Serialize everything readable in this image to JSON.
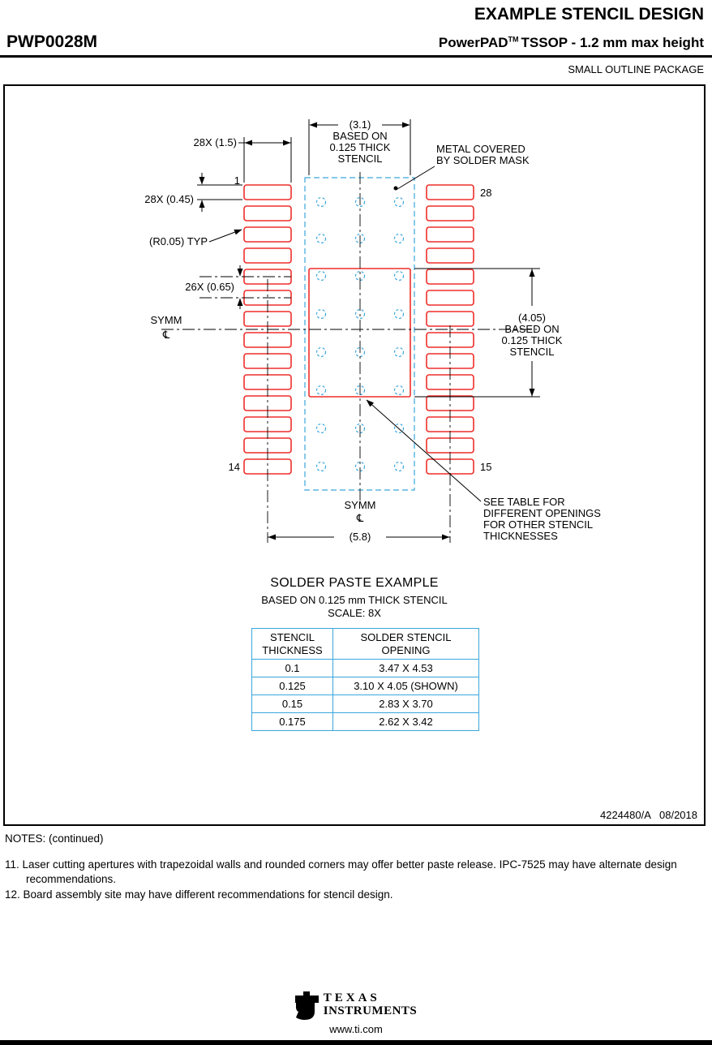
{
  "header": {
    "doc_title": "EXAMPLE STENCIL DESIGN",
    "part_number": "PWP0028M",
    "subtitle_brand": "PowerPAD",
    "subtitle_tm": "TM",
    "subtitle_rest": "TSSOP - 1.2 mm max height",
    "package_type": "SMALL OUTLINE PACKAGE"
  },
  "drawing": {
    "labels": {
      "dim_3_1": "(3.1)",
      "dim_3_1_l2": "BASED ON",
      "dim_3_1_l3": "0.125 THICK",
      "dim_3_1_l4": "STENCIL",
      "metal_covered_l1": "METAL COVERED",
      "metal_covered_l2": "BY SOLDER MASK",
      "dim_28x_1_5": "28X (1.5)",
      "pin_1": "1",
      "pin_28": "28",
      "dim_28x_0_45": "28X (0.45)",
      "r_typ": "(R0.05) TYP",
      "dim_26x_0_65": "26X (0.65)",
      "symm_left": "SYMM",
      "symm_cl_left": "℄",
      "dim_4_05": "(4.05)",
      "dim_4_05_l2": "BASED ON",
      "dim_4_05_l3": "0.125 THICK",
      "dim_4_05_l4": "STENCIL",
      "pin_14": "14",
      "pin_15": "15",
      "symm_bottom": "SYMM",
      "symm_cl_bottom": "℄",
      "dim_5_8": "(5.8)",
      "see_table_l1": "SEE TABLE FOR",
      "see_table_l2": "DIFFERENT OPENINGS",
      "see_table_l3": "FOR OTHER STENCIL",
      "see_table_l4": "THICKNESSES"
    },
    "caption": {
      "title": "SOLDER PASTE EXAMPLE",
      "sub1": "BASED ON 0.125 mm THICK STENCIL",
      "sub2": "SCALE: 8X"
    },
    "doc_number": "4224480/A   08/2018"
  },
  "table": {
    "headers": [
      "STENCIL THICKNESS",
      "SOLDER STENCIL OPENING"
    ],
    "rows": [
      [
        "0.1",
        "3.47 X 4.53"
      ],
      [
        "0.125",
        "3.10 X 4.05 (SHOWN)"
      ],
      [
        "0.15",
        "2.83 X 3.70"
      ],
      [
        "0.175",
        "2.62 X 3.42"
      ]
    ]
  },
  "notes": {
    "heading": "NOTES: (continued)",
    "items": [
      "11. Laser cutting apertures with trapezoidal walls and rounded corners may offer better paste release. IPC-7525 may have alternate design recommendations.",
      "12. Board assembly site may have different recommendations for stencil design."
    ]
  },
  "footer": {
    "logo_line1": "TEXAS",
    "logo_line2": "INSTRUMENTS",
    "website": "www.ti.com"
  },
  "colors": {
    "pad_red": "#ee2e2a",
    "mask_blue": "#3aa6dc",
    "table_border": "#3aa6dc"
  }
}
